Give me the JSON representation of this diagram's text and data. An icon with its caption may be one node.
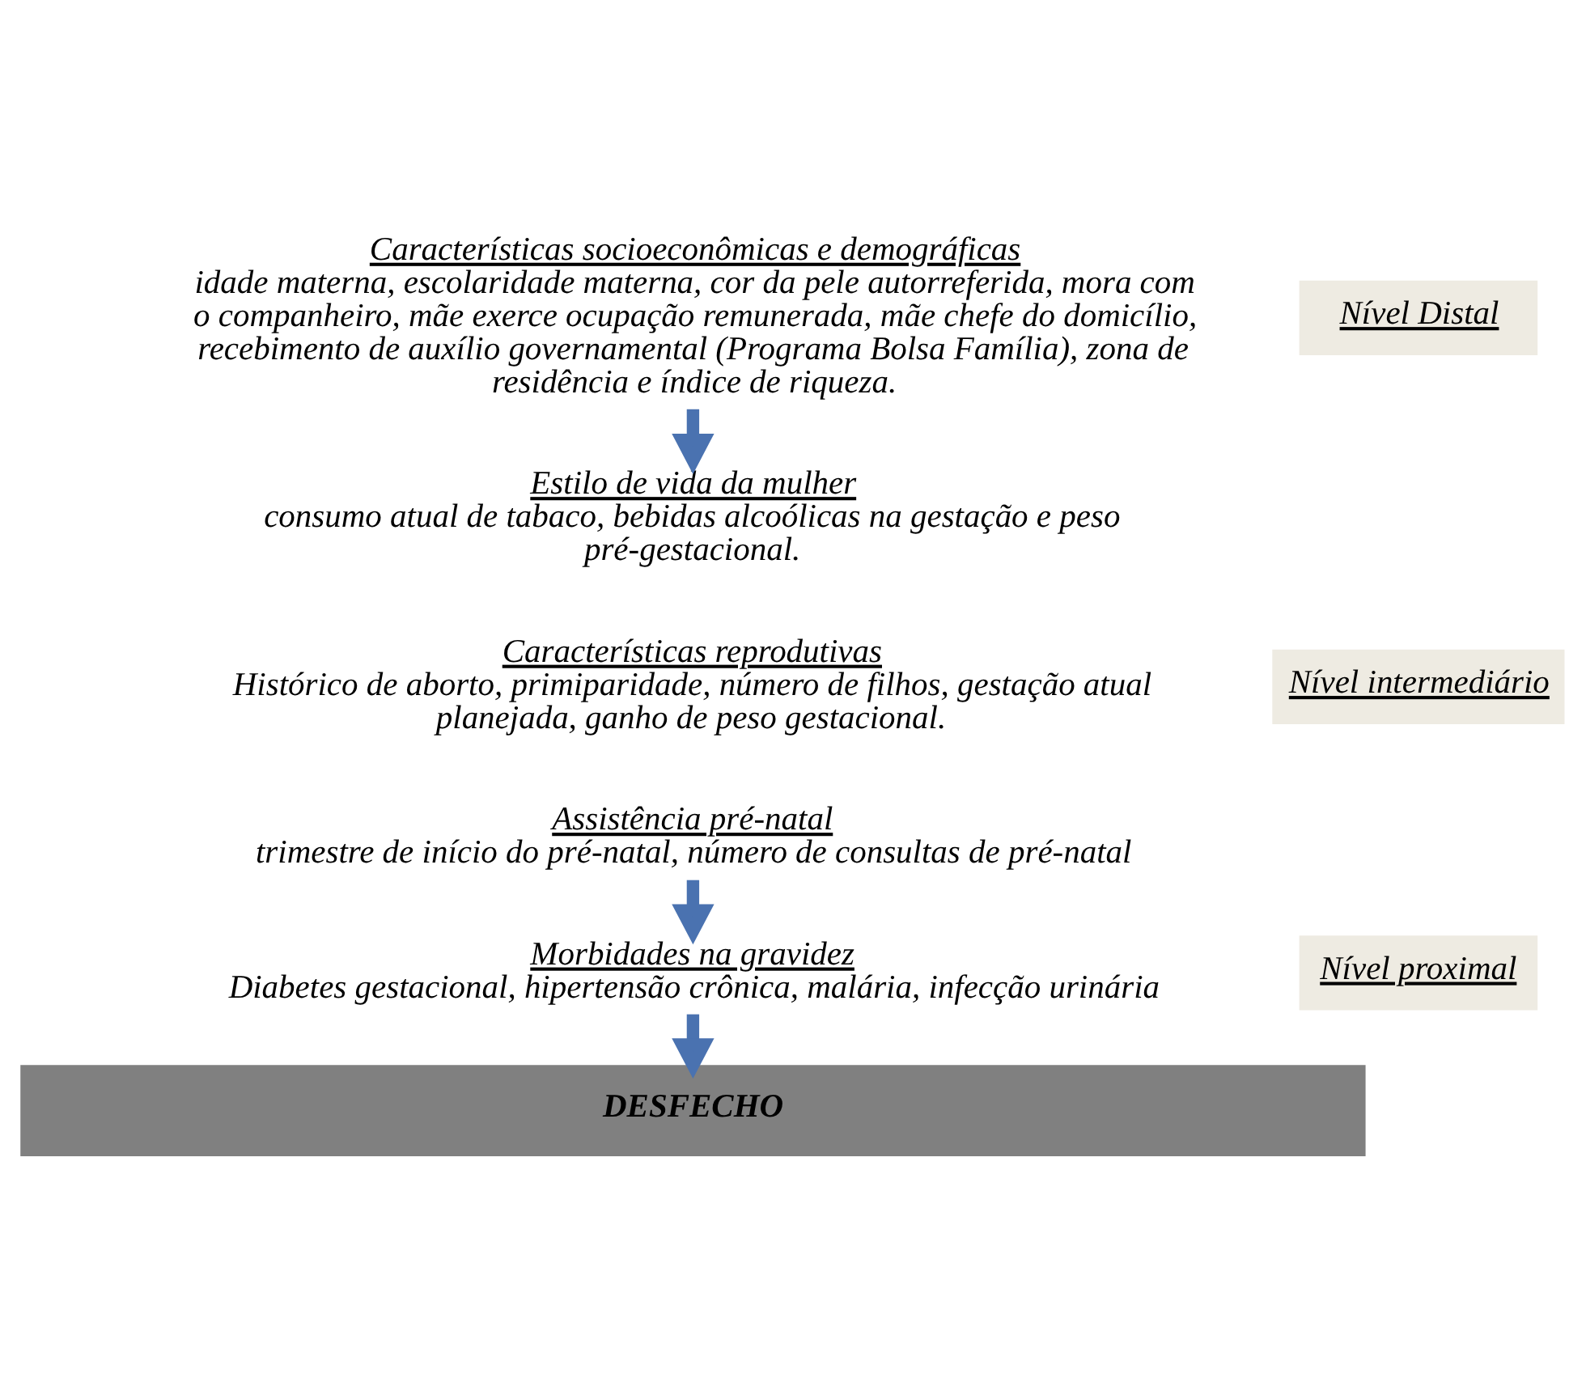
{
  "diagram": {
    "nodes": [
      {
        "text": [
          "Características socioeconômicas e demográficas",
          "idade materna, escolaridade materna, cor da pele autorreferida, mora com o companheiro, mãe exerce ocupação remunerada, mãe chefe do domicílio, recebimento de auxílio governamental (Programa Bolsa Família), zona de residência e índice de riqueza."
        ]
      },
      {
        "text": [
          "Estilo de vida da mulher",
          "consumo atual de tabaco, bebidas alcoólicas na gestação e peso pré-gestacional."
        ]
      },
      {
        "text": [
          "Características reprodutivas",
          "Histórico de aborto, primiparidade, número de filhos, gestação atual planejada, ganho de peso gestacional."
        ]
      },
      {
        "text": [
          "Assistência pré-natal",
          "trimestre de início do pré-natal, número de consultas de pré-natal"
        ]
      },
      {
        "text": [
          "Morbidades na gravidez",
          "Diabetes gestacional, hipertensão crônica, malária, infecção urinária"
        ]
      },
      {
        "text": [
          "DESFECHO"
        ]
      }
    ],
    "edges": [
      {
        "from": 0,
        "to": 1,
        "arrow": "to"
      },
      {
        "from": 3,
        "to": 4,
        "arrow": "to"
      },
      {
        "from": 4,
        "to": 5,
        "arrow": "to"
      }
    ],
    "labels": [
      "Nível Distal",
      "Nível intermediário",
      "Nível proximal"
    ]
  }
}
